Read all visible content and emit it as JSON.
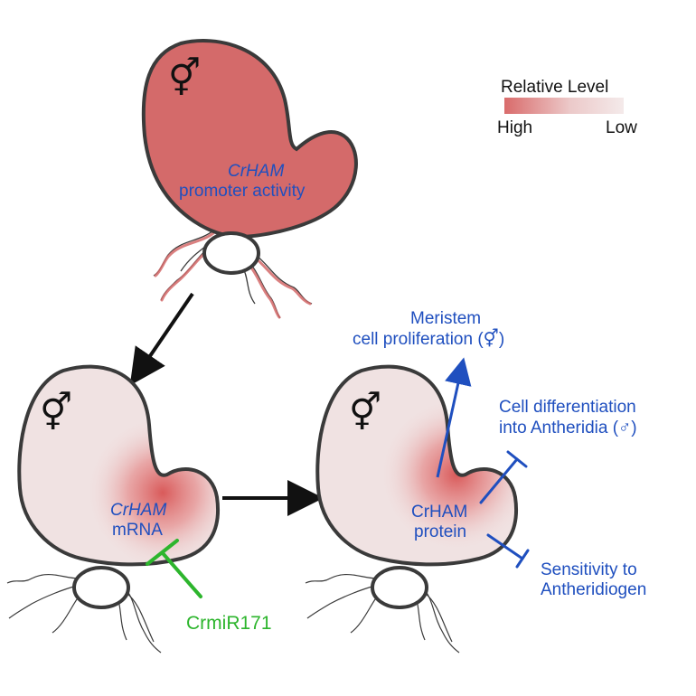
{
  "legend": {
    "title": "Relative Level",
    "high_label": "High",
    "low_label": "Low",
    "high_color": "#d96b6b",
    "low_color": "#f1e2e2"
  },
  "panel_top": {
    "sex_symbol": "⚥",
    "gene_name": "CrHAM",
    "caption": "promoter activity"
  },
  "panel_bottom_left": {
    "sex_symbol": "⚥",
    "gene_name": "CrHAM",
    "caption": "mRNA",
    "inhibitor": "CrmiR171"
  },
  "panel_bottom_right": {
    "sex_symbol": "⚥",
    "protein_line1": "CrHAM",
    "protein_line2": "protein",
    "outputs": {
      "meristem_line1": "Meristem",
      "meristem_line2": "cell proliferation (⚥)",
      "differentiation_line1": "Cell differentiation",
      "differentiation_line2": "into Antheridia (♂)",
      "sensitivity_line1": "Sensitivity to",
      "sensitivity_line2": "Antheridiogen"
    }
  },
  "colors": {
    "outline": "#3a3a3a",
    "gametophyte_high": "#d46a6a",
    "gametophyte_low": "#f0e2e2",
    "label_blue": "#1f4fbf",
    "arrow_black": "#111111",
    "inhibitor_green": "#2db52d"
  }
}
